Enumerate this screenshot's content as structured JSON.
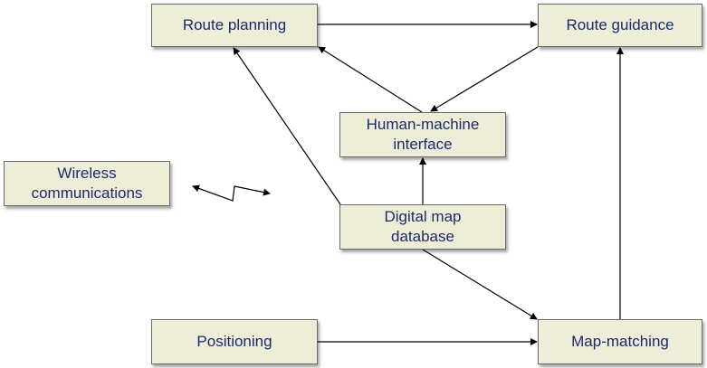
{
  "nodes": {
    "route_planning": "Route planning",
    "route_guidance": "Route guidance",
    "hmi": [
      "Human-machine",
      "interface"
    ],
    "wireless": [
      "Wireless",
      "communications"
    ],
    "digital_map": [
      "Digital map",
      "database"
    ],
    "positioning": "Positioning",
    "map_matching": "Map-matching"
  },
  "edges": [
    {
      "from": "Route planning",
      "to": "Route guidance"
    },
    {
      "from": "Route guidance",
      "to": "Human-machine interface"
    },
    {
      "from": "Human-machine interface",
      "to": "Route planning"
    },
    {
      "from": "Digital map database",
      "to": "Human-machine interface"
    },
    {
      "from": "Digital map database",
      "to": "Route planning"
    },
    {
      "from": "Digital map database",
      "to": "Map-matching"
    },
    {
      "from": "Positioning",
      "to": "Map-matching"
    },
    {
      "from": "Map-matching",
      "to": "Route guidance"
    }
  ],
  "colors": {
    "box_fill": "#eeeed8",
    "box_border": "#6b6b6b",
    "text": "#1a2a6c",
    "line": "#000000"
  }
}
